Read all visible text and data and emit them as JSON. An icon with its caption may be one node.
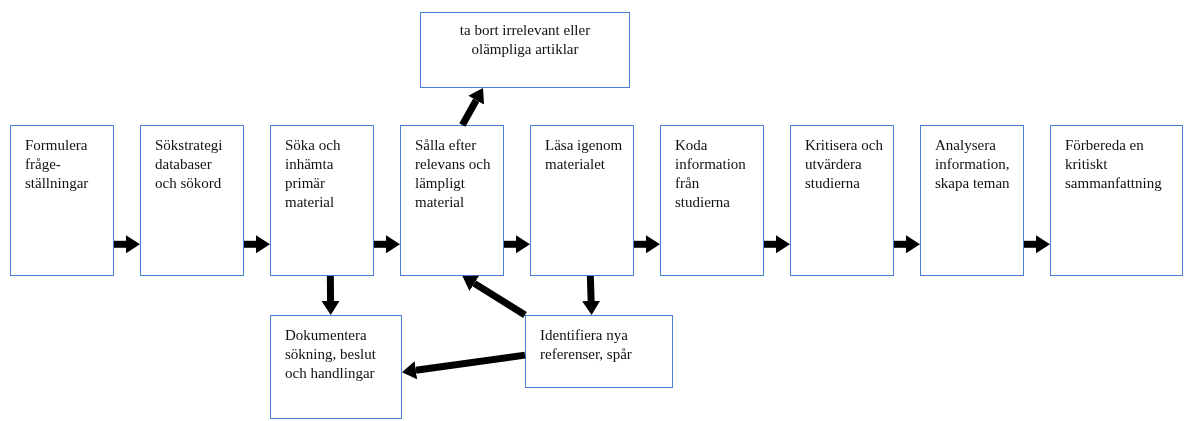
{
  "diagram": {
    "nodes": [
      {
        "text": [
          "Formulera fråge-ställningar"
        ]
      },
      {
        "text": [
          "Sökstrategi databaser och sökord"
        ]
      },
      {
        "text": [
          "Söka och inhämta primär material"
        ]
      },
      {
        "text": [
          "Sålla efter relevans och lämpligt material"
        ]
      },
      {
        "text": [
          "Läsa igenom materialet"
        ]
      },
      {
        "text": [
          "Koda information från studierna"
        ]
      },
      {
        "text": [
          "Kritisera och utvärdera studierna"
        ]
      },
      {
        "text": [
          "Analysera information, skapa teman"
        ]
      },
      {
        "text": [
          "Förbereda en kritiskt sammanfattning"
        ]
      },
      {
        "text": [
          "ta bort irrelevant eller olämpliga artiklar"
        ]
      },
      {
        "text": [
          "Dokumentera sökning, beslut och handlingar"
        ]
      },
      {
        "text": [
          "Identifiera nya referenser, spår"
        ]
      }
    ],
    "edges": [
      {
        "from": 0,
        "to": 1,
        "arrow": "to"
      },
      {
        "from": 1,
        "to": 2,
        "arrow": "to"
      },
      {
        "from": 2,
        "to": 3,
        "arrow": "to"
      },
      {
        "from": 3,
        "to": 4,
        "arrow": "to"
      },
      {
        "from": 4,
        "to": 5,
        "arrow": "to"
      },
      {
        "from": 5,
        "to": 6,
        "arrow": "to"
      },
      {
        "from": 6,
        "to": 7,
        "arrow": "to"
      },
      {
        "from": 7,
        "to": 8,
        "arrow": "to"
      },
      {
        "from": 3,
        "to": 9,
        "arrow": "to"
      },
      {
        "from": 2,
        "to": 10,
        "arrow": "to"
      },
      {
        "from": 4,
        "to": 11,
        "arrow": "to"
      },
      {
        "from": 11,
        "to": 3,
        "arrow": "to"
      },
      {
        "from": 11,
        "to": 10,
        "arrow": "to"
      }
    ]
  }
}
